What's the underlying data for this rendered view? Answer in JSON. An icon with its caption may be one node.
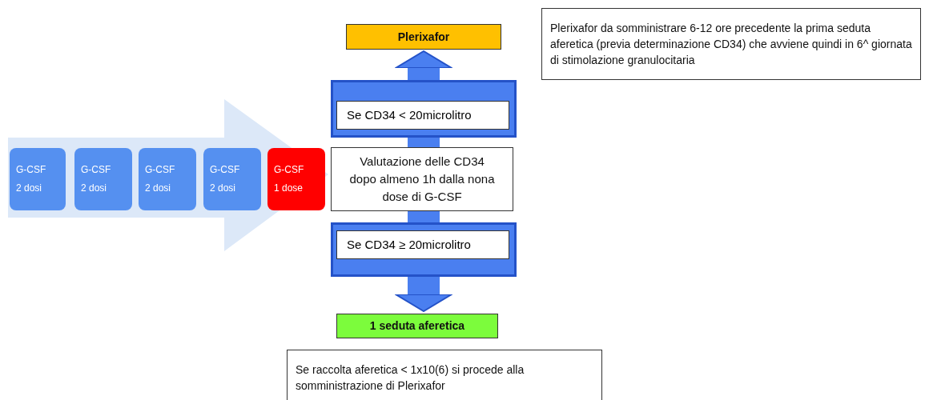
{
  "diagram": {
    "nodes": [
      {
        "text": [
          "Plerixafor"
        ]
      },
      {
        "text": [
          "Plerixafor da somministrare 6-12 ore precedente la prima seduta aferetica (previa determinazione CD34) che avviene quindi in 6^ giornata di stimolazione granulocitaria"
        ]
      },
      {
        "text": [],
        "shape": "arrow"
      },
      {
        "text": [
          "G-CSF",
          "2 dosi"
        ],
        "in": 2
      },
      {
        "text": [
          "G-CSF",
          "2 dosi"
        ],
        "in": 2
      },
      {
        "text": [
          "G-CSF",
          "2 dosi"
        ],
        "in": 2
      },
      {
        "text": [
          "G-CSF",
          "2 dosi"
        ],
        "in": 2
      },
      {
        "text": [
          "G-CSF",
          "1 dose"
        ],
        "in": 2
      },
      {
        "text": [
          "Valutazione delle CD34 dopo almeno 1h dalla nona dose di G-CSF"
        ]
      },
      {
        "text": [
          "1 seduta aferetica"
        ]
      },
      {
        "text": [
          "Se raccolta aferetica < 1x10(6) si procede alla somministrazione di Plerixafor"
        ]
      }
    ],
    "edges": [
      {
        "from": 8,
        "to": 0,
        "arrow": "to",
        "label": "Se CD34 < 20microlitro"
      },
      {
        "from": 8,
        "to": 9,
        "arrow": "to",
        "label": "Se CD34 ≥ 20microlitro"
      }
    ]
  }
}
